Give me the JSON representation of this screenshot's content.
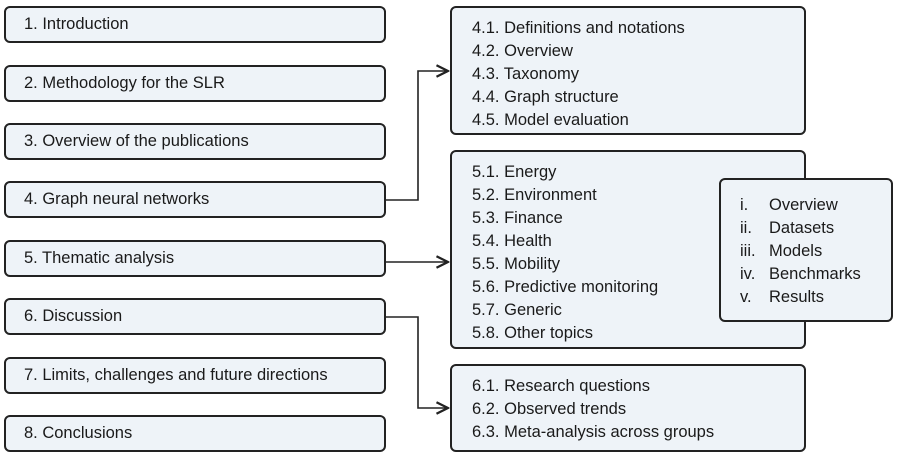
{
  "sections": [
    "1. Introduction",
    "2. Methodology for the SLR",
    "3. Overview of the publications",
    "4. Graph neural networks",
    "5. Thematic analysis",
    "6. Discussion",
    "7. Limits, challenges and future directions",
    "8. Conclusions"
  ],
  "gnn_subsections": [
    "4.1. Definitions and notations",
    "4.2. Overview",
    "4.3. Taxonomy",
    "4.4. Graph structure",
    "4.5. Model evaluation"
  ],
  "thematic_subsections": [
    "5.1. Energy",
    "5.2. Environment",
    "5.3. Finance",
    "5.4. Health",
    "5.5. Mobility",
    "5.6. Predictive monitoring",
    "5.7. Generic",
    "5.8. Other topics"
  ],
  "thematic_topic_parts": [
    {
      "num": "i.",
      "label": "Overview"
    },
    {
      "num": "ii.",
      "label": "Datasets"
    },
    {
      "num": "iii.",
      "label": "Models"
    },
    {
      "num": "iv.",
      "label": "Benchmarks"
    },
    {
      "num": "v.",
      "label": "Results"
    }
  ],
  "discussion_subsections": [
    "6.1. Research questions",
    "6.2. Observed trends",
    "6.3. Meta-analysis across groups"
  ]
}
